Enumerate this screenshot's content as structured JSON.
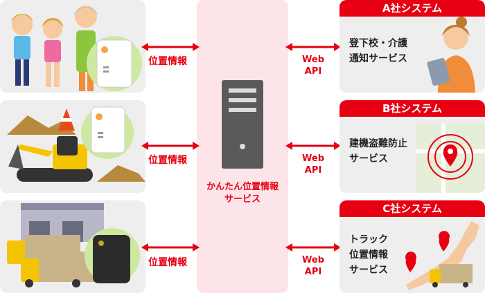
{
  "center": {
    "label": "かんたん位置情報\nサービス"
  },
  "left_connector_label": "位置情報",
  "right_connector_label": "Web\nAPI",
  "systems": [
    {
      "title": "A社システム",
      "service": "登下校・介護\n通知サービス"
    },
    {
      "title": "B社システム",
      "service": "建機盗難防止\nサービス"
    },
    {
      "title": "C社システム",
      "service": "トラック\n位置情報\nサービス"
    }
  ],
  "colors": {
    "accent": "#e60012",
    "panel": "#eeeeee",
    "center": "#fde4e9"
  }
}
